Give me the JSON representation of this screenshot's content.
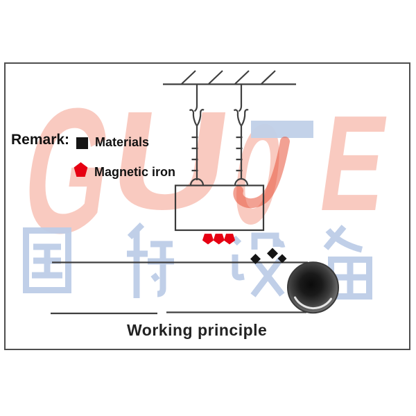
{
  "figure": {
    "title": "Working principle",
    "legend": {
      "heading": "Remark:",
      "items": [
        {
          "label": "Materials",
          "symbol": "black-square",
          "color": "#151515"
        },
        {
          "label": "Magnetic iron",
          "symbol": "red-pentagon",
          "color": "#e60012"
        }
      ]
    },
    "watermark": {
      "brand": "GUOTE",
      "letters": [
        {
          "char": "G"
        },
        {
          "char": "U"
        },
        {
          "char": "O"
        },
        {
          "char": "T"
        },
        {
          "char": "E"
        }
      ],
      "cn": "国特设备"
    },
    "colors": {
      "line": "#3f3f3f",
      "magnetic_iron_red": "#e60012",
      "material_black": "#151515",
      "watermark_pink": "#f0806a",
      "watermark_t_red": "#e8543a",
      "watermark_blue_bar": "#c0d0e8",
      "cn_watermark_blue": "#bdcde7"
    },
    "counts": {
      "hangers": 2,
      "magnetic_iron_pieces": 3,
      "material_pieces": 3
    }
  }
}
